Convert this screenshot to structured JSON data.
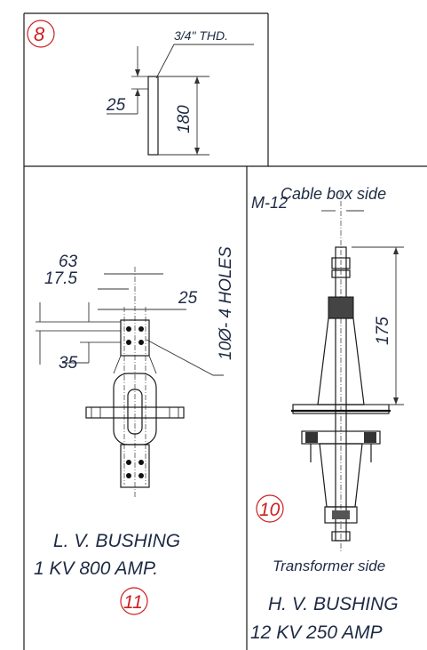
{
  "panels": {
    "top_left": {
      "item_number": "8",
      "thread_label": "3/4\" THD.",
      "dim_short": "25",
      "dim_length": "180"
    },
    "lv_bushing": {
      "item_number": "11",
      "dim_63": "63",
      "dim_17_5": "17.5",
      "dim_25": "25",
      "dim_35": "35",
      "holes_label": "10Ø- 4 HOLES",
      "title_line1": "L. V. BUSHING",
      "title_line2": "1 KV 800 AMP."
    },
    "hv_bushing": {
      "item_number": "10",
      "thread_label": "M-12",
      "cable_box_label": "Cable box side",
      "dim_175": "175",
      "transformer_label": "Transformer side",
      "title_line1": "H. V. BUSHING",
      "title_line2": "12 KV 250 AMP"
    }
  }
}
